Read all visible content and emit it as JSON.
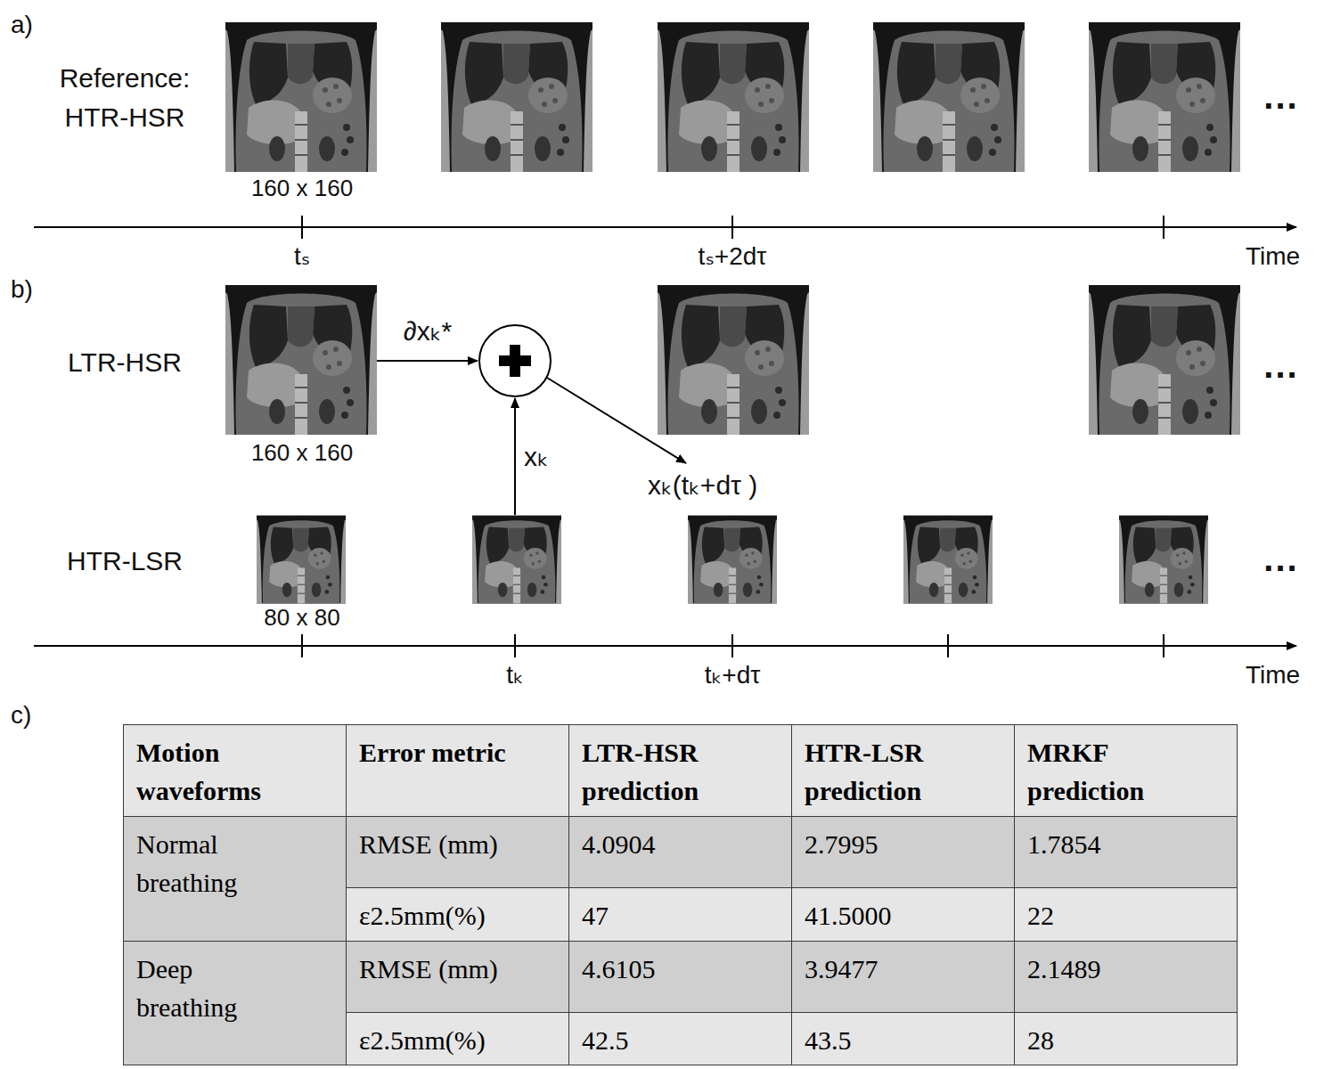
{
  "diagram": {
    "labels": [
      "a)",
      "Reference: HTR-HSR",
      "160 x 160",
      "...",
      "tₛ",
      "tₛ+2dτ",
      "Time",
      "b)",
      "LTR-HSR",
      "∂xₖ*",
      "160 x 160",
      "xₖ",
      "xₖ(tₖ+dτ )",
      "...",
      "HTR-LSR",
      "80 x 80",
      "...",
      "tₖ",
      "tₖ+dτ",
      "Time",
      "c)",
      "Motion waveforms",
      "Error metric",
      "LTR-HSR prediction",
      "HTR-LSR prediction",
      "MRKF prediction",
      "Normal breathing",
      "RMSE (mm)",
      "4.0904",
      "2.7995",
      "1.7854",
      "ε2.5mm(%)",
      "47",
      "41.5000",
      "22",
      "Deep breathing",
      "RMSE (mm)",
      "4.6105",
      "3.9477",
      "2.1489",
      "ε2.5mm(%)",
      "42.5",
      "43.5",
      "28"
    ]
  }
}
